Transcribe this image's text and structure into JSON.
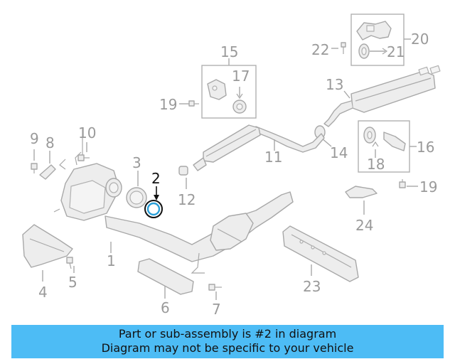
{
  "callouts": {
    "c1": "1",
    "c2": "2",
    "c3": "3",
    "c4": "4",
    "c5": "5",
    "c6": "6",
    "c7": "7",
    "c8": "8",
    "c9": "9",
    "c10": "10",
    "c11": "11",
    "c12": "12",
    "c13": "13",
    "c14": "14",
    "c15": "15",
    "c16": "16",
    "c17": "17",
    "c18": "18",
    "c19a": "19",
    "c19b": "19",
    "c20": "20",
    "c21": "21",
    "c22": "22",
    "c23": "23",
    "c24": "24"
  },
  "highlighted_part": "2",
  "colors": {
    "banner": "#4dbcf5",
    "highlight": "#2a9fd8",
    "part_line": "#a8a8a8"
  },
  "banner": {
    "line1": "Part or sub-assembly is #2 in diagram",
    "line2": "Diagram may not be specific to your vehicle"
  }
}
